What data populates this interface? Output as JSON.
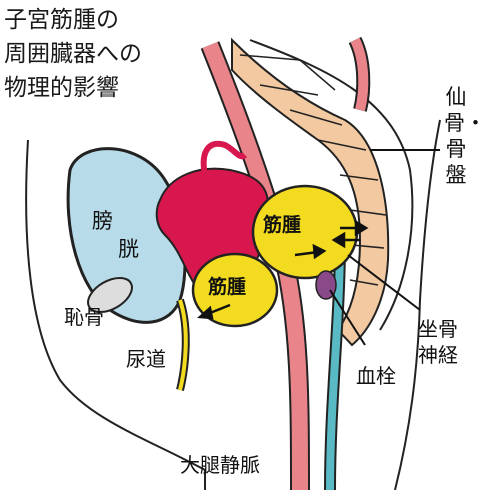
{
  "title": {
    "line1": "子宮筋腫の",
    "line2": "周囲臓器への",
    "line3": "物理的影響"
  },
  "labels": {
    "bladder_1": "膀",
    "bladder_2": "胱",
    "fibroid_front": "筋腫",
    "fibroid_back": "筋腫",
    "pubic_bone": "恥骨",
    "urethra": "尿道",
    "sacrum_pelvis": "仙骨・骨盤",
    "sciatic_nerve_1": "坐骨",
    "sciatic_nerve_2": "神経",
    "blood_clot": "血栓",
    "femoral_vein": "大腿静脈"
  },
  "colors": {
    "bladder": "#b7dbe8",
    "uterus": "#d9174f",
    "fibroid": "#f3dc1f",
    "vessel": "#e8848a",
    "bone": "#f2c9a0",
    "nerve": "#59b9c4",
    "clot": "#8a4a8a"
  }
}
